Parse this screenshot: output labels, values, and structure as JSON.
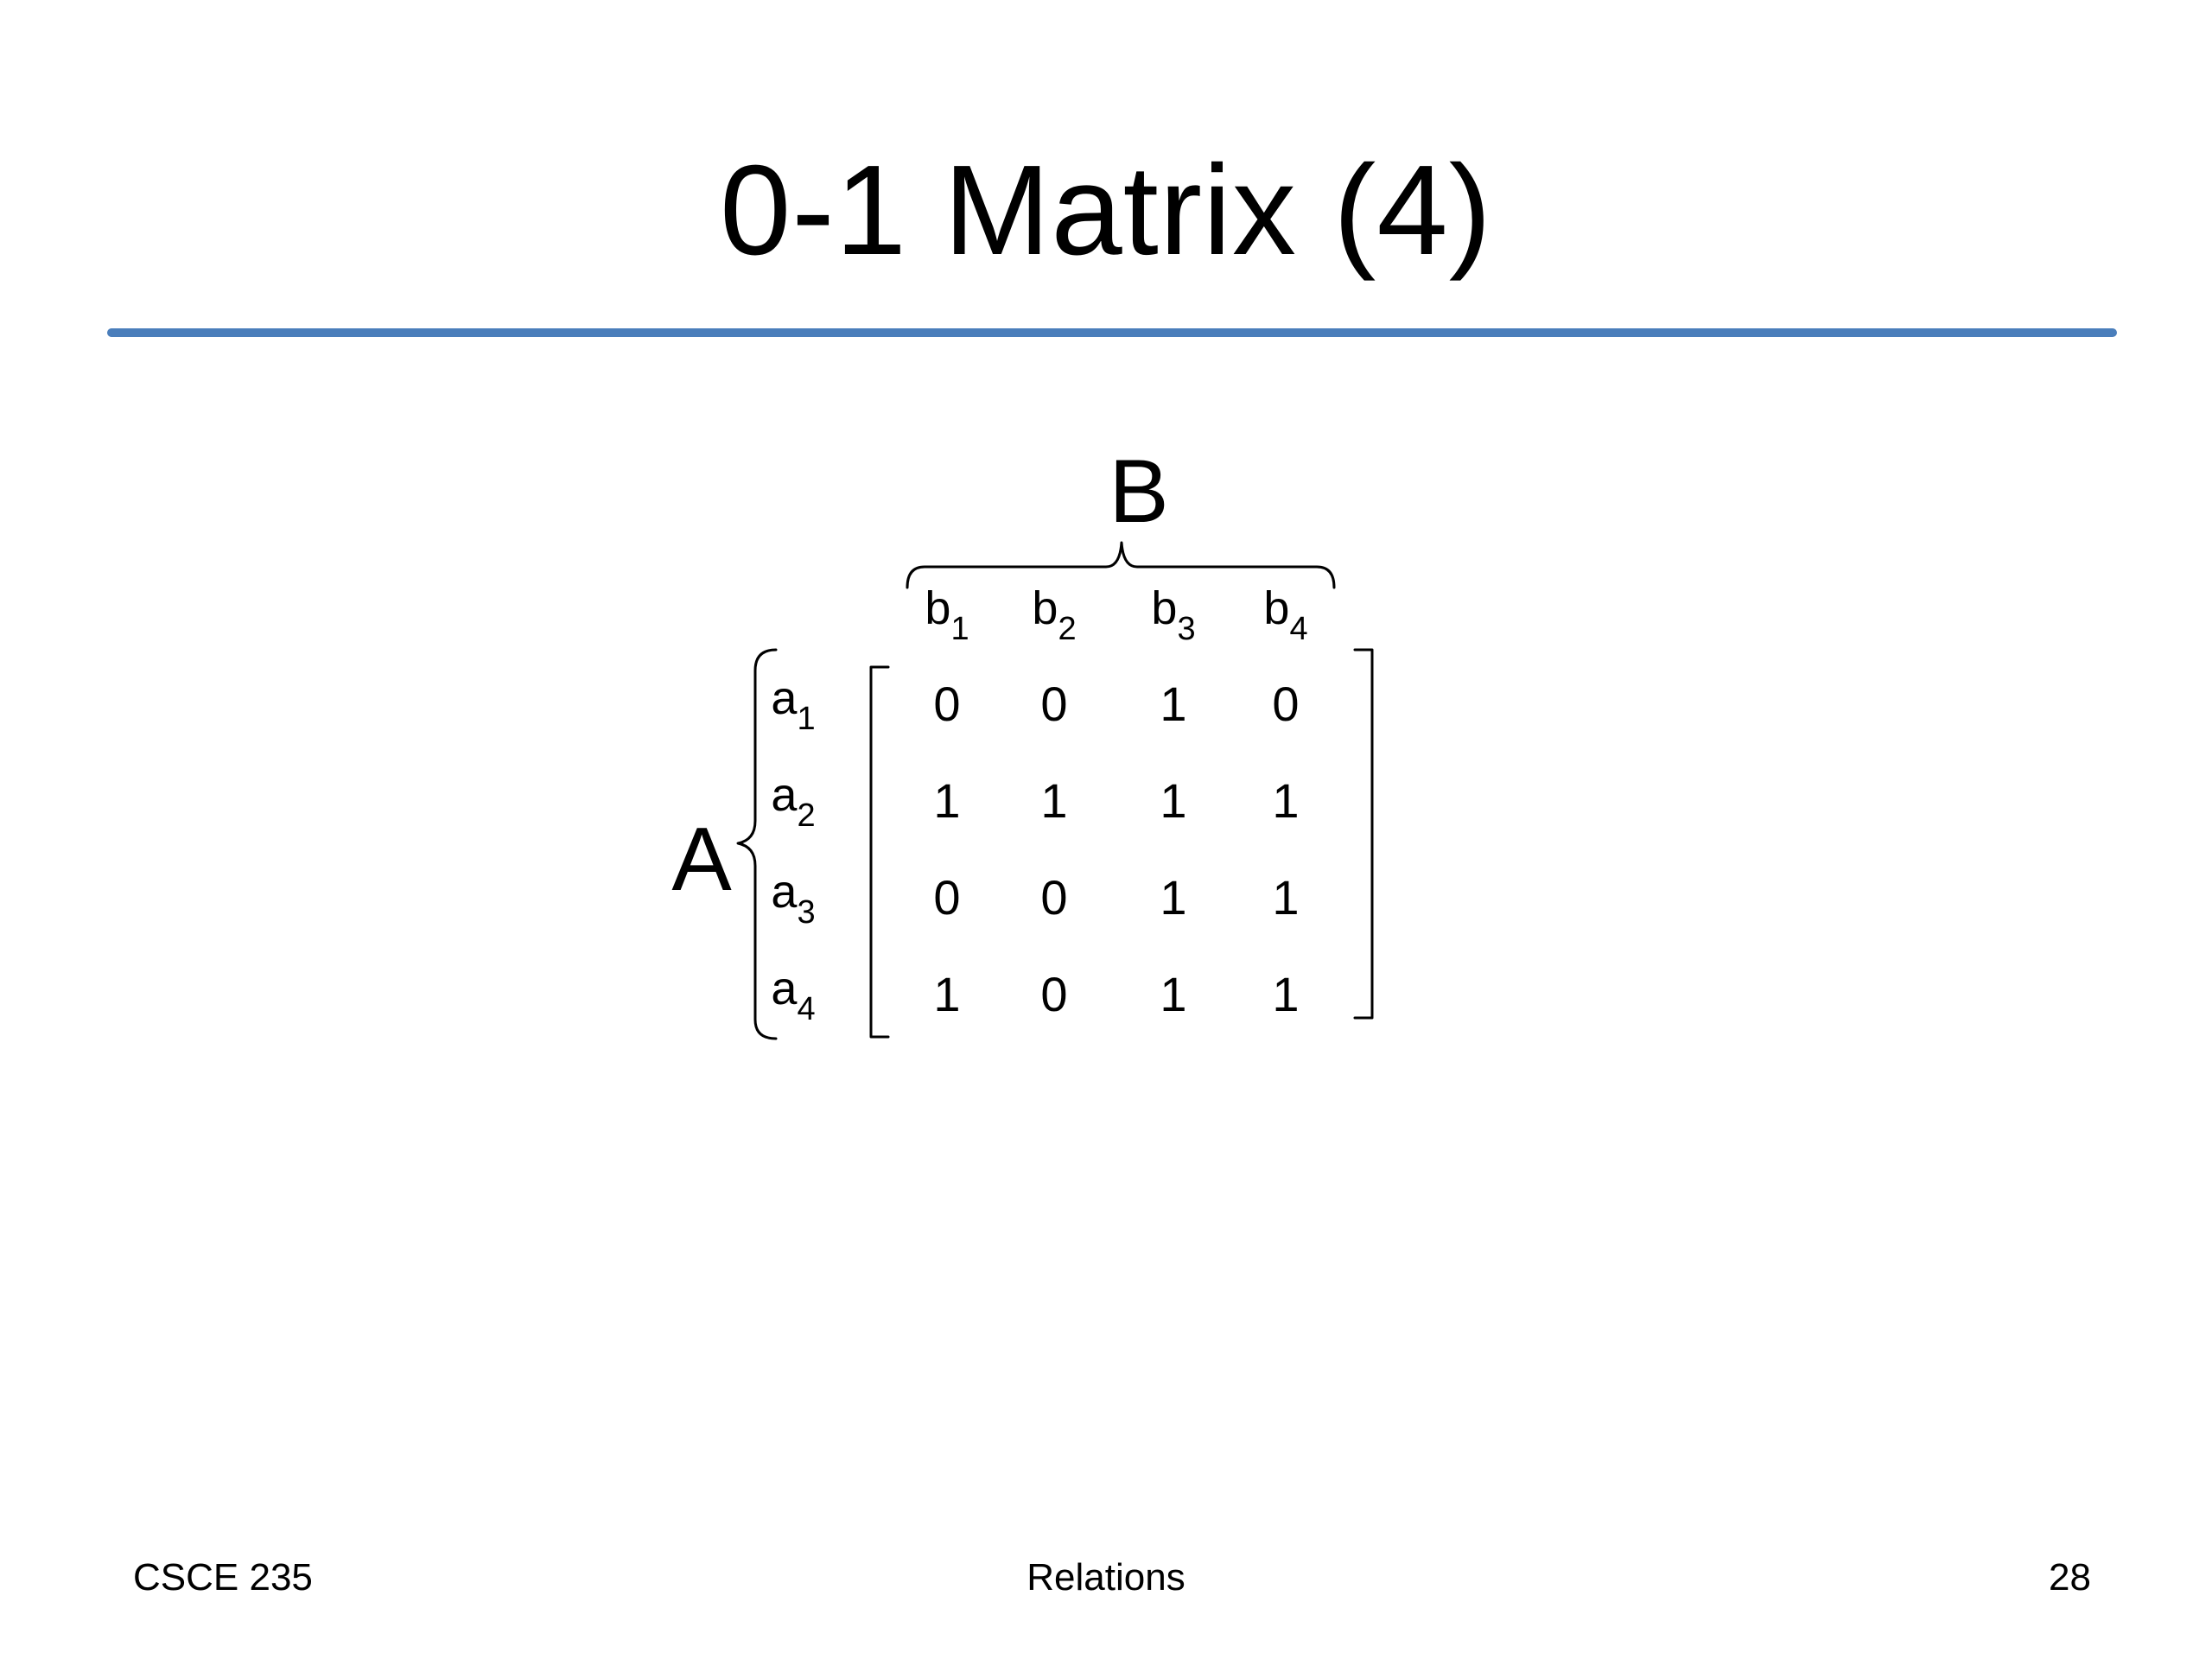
{
  "slide": {
    "title": "0-1 Matrix (4)"
  },
  "matrix": {
    "set_rows": "A",
    "set_cols": "B",
    "col_labels": [
      {
        "base": "b",
        "sub": "1"
      },
      {
        "base": "b",
        "sub": "2"
      },
      {
        "base": "b",
        "sub": "3"
      },
      {
        "base": "b",
        "sub": "4"
      }
    ],
    "row_labels": [
      {
        "base": "a",
        "sub": "1"
      },
      {
        "base": "a",
        "sub": "2"
      },
      {
        "base": "a",
        "sub": "3"
      },
      {
        "base": "a",
        "sub": "4"
      }
    ],
    "cells": [
      [
        "0",
        "0",
        "1",
        "0"
      ],
      [
        "1",
        "1",
        "1",
        "1"
      ],
      [
        "0",
        "0",
        "1",
        "1"
      ],
      [
        "1",
        "0",
        "1",
        "1"
      ]
    ]
  },
  "footer": {
    "left": "CSCE 235",
    "center": "Relations",
    "right": "28"
  },
  "colors": {
    "rule": "#4a7ebb",
    "text": "#000000"
  }
}
